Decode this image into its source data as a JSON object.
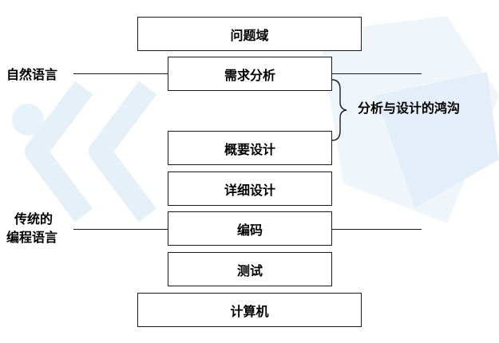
{
  "layers": [
    {
      "id": "problem-domain",
      "label": "问题域"
    },
    {
      "id": "requirements-analysis",
      "label": "需求分析"
    },
    {
      "id": "high-level-design",
      "label": "概要设计"
    },
    {
      "id": "detailed-design",
      "label": "详细设计"
    },
    {
      "id": "coding",
      "label": "编码"
    },
    {
      "id": "testing",
      "label": "测试"
    },
    {
      "id": "computer",
      "label": "计算机"
    }
  ],
  "annotations": {
    "natural_language": "自然语言",
    "programming_language_line1": "传统的",
    "programming_language_line2": "编程语言",
    "gap": "分析与设计的鸿沟"
  },
  "colors": {
    "background": "#ffffff",
    "watermark": "#dbeaf6",
    "border": "#1a1a1a",
    "text": "#000000"
  }
}
